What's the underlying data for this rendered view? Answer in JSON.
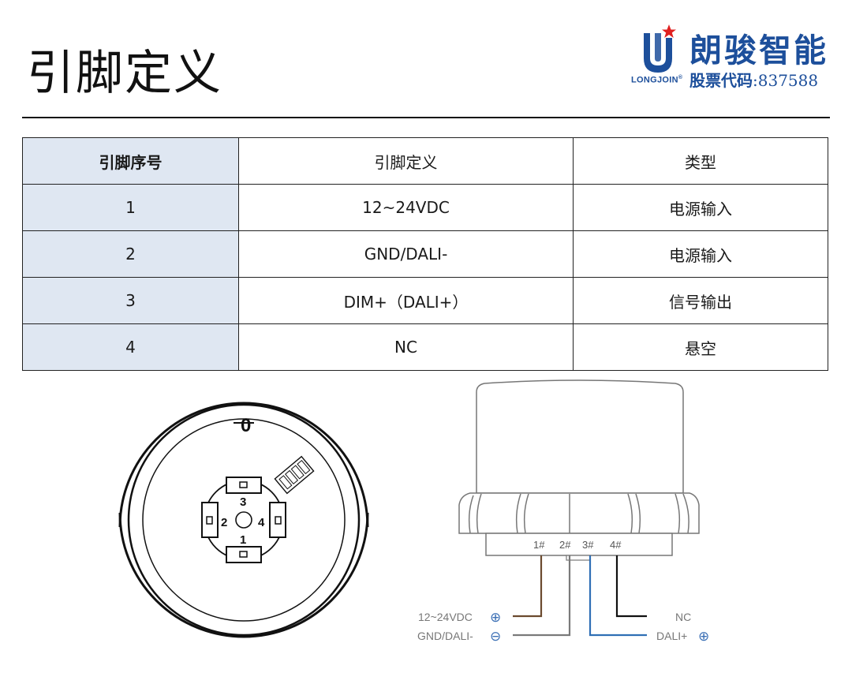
{
  "header": {
    "title": "引脚定义",
    "logo": {
      "company_name": "朗骏智能",
      "brand": "LONGJOIN",
      "stock_label": "股票代码",
      "stock_code": ":837588",
      "accent_color": "#1d4f9b",
      "star_color": "#e02020"
    }
  },
  "pin_table": {
    "headers": [
      "引脚序号",
      "引脚定义",
      "类型"
    ],
    "rows": [
      {
        "pin": "1",
        "definition": "12~24VDC",
        "type": "电源输入"
      },
      {
        "pin": "2",
        "definition": "GND/DALI-",
        "type": "电源输入"
      },
      {
        "pin": "3",
        "definition": "DIM+（DALI+）",
        "type": "信号输出"
      },
      {
        "pin": "4",
        "definition": "NC",
        "type": "悬空"
      }
    ]
  },
  "connector_diagram": {
    "zero_mark": "0",
    "pin_numbers": [
      "1",
      "2",
      "3",
      "4"
    ]
  },
  "wiring_diagram": {
    "terminal_labels": [
      "1#",
      "2#",
      "3#",
      "4#"
    ],
    "left_labels": [
      {
        "text": "12~24VDC",
        "symbol": "⊕"
      },
      {
        "text": "GND/DALI-",
        "symbol": "⊖"
      }
    ],
    "right_labels": [
      {
        "text": "NC",
        "symbol": ""
      },
      {
        "text": "DALI+",
        "symbol": "⊕"
      }
    ],
    "wire_colors": {
      "pin1": "#6b4a2e",
      "pin2": "#7a7a7a",
      "pin3": "#2f6fb5",
      "pin4": "#111111"
    }
  }
}
